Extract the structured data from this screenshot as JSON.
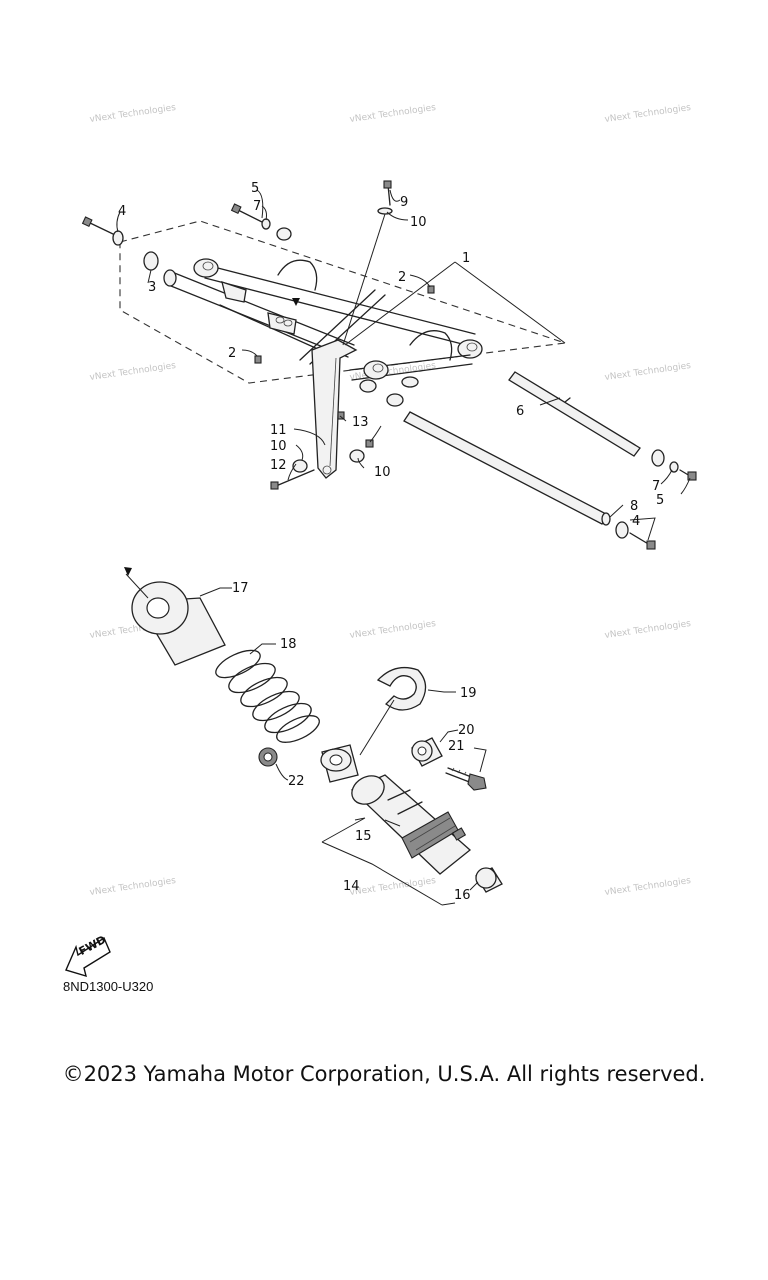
{
  "diagram": {
    "watermark_text": "vNext Technologies",
    "callouts": [
      "1",
      "2",
      "3",
      "4",
      "5",
      "6",
      "7",
      "8",
      "9",
      "10",
      "11",
      "12",
      "13",
      "14",
      "15",
      "16",
      "17",
      "18",
      "19",
      "20",
      "21",
      "22"
    ],
    "fwd_label": "FWD",
    "drawing_code": "8ND1300-U320"
  },
  "footer": {
    "copyright": "©2023 Yamaha Motor Corporation, U.S.A. All rights reserved."
  }
}
